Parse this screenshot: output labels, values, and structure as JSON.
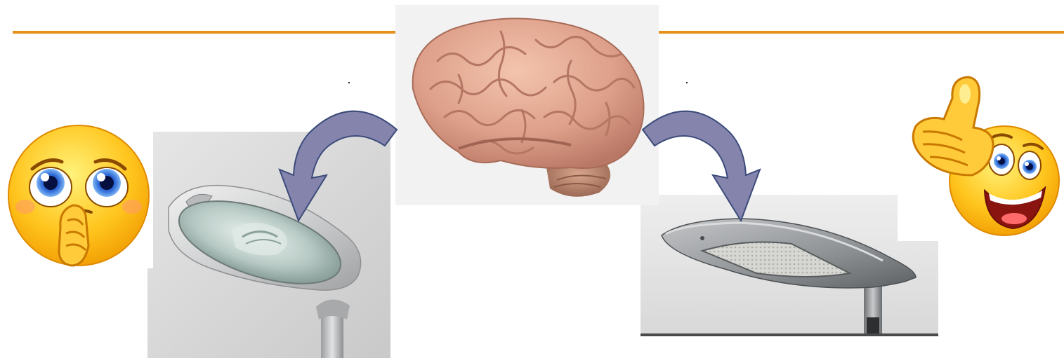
{
  "colors": {
    "accent_line": "#e8901c",
    "arrow_fill": "#8584ad",
    "arrow_stroke": "#3b4b7a",
    "background": "#ffffff"
  },
  "scene": {
    "left_emoji": {
      "icon": "pleading-face-emoji-icon",
      "expression": "worried"
    },
    "right_emoji": {
      "icon": "thumbs-up-laughing-emoji-icon",
      "expression": "happy"
    },
    "center_image": {
      "icon": "brain-icon"
    },
    "left_lamp": {
      "icon": "old-street-lamp-icon",
      "type": "discharge lamp with glass dome"
    },
    "right_lamp": {
      "icon": "led-street-lamp-icon",
      "type": "flat LED panel luminaire"
    },
    "arrows": [
      {
        "icon": "curved-arrow-left-icon",
        "from": "brain",
        "to": "old-street-lamp"
      },
      {
        "icon": "curved-arrow-right-icon",
        "from": "brain",
        "to": "led-street-lamp"
      }
    ]
  }
}
